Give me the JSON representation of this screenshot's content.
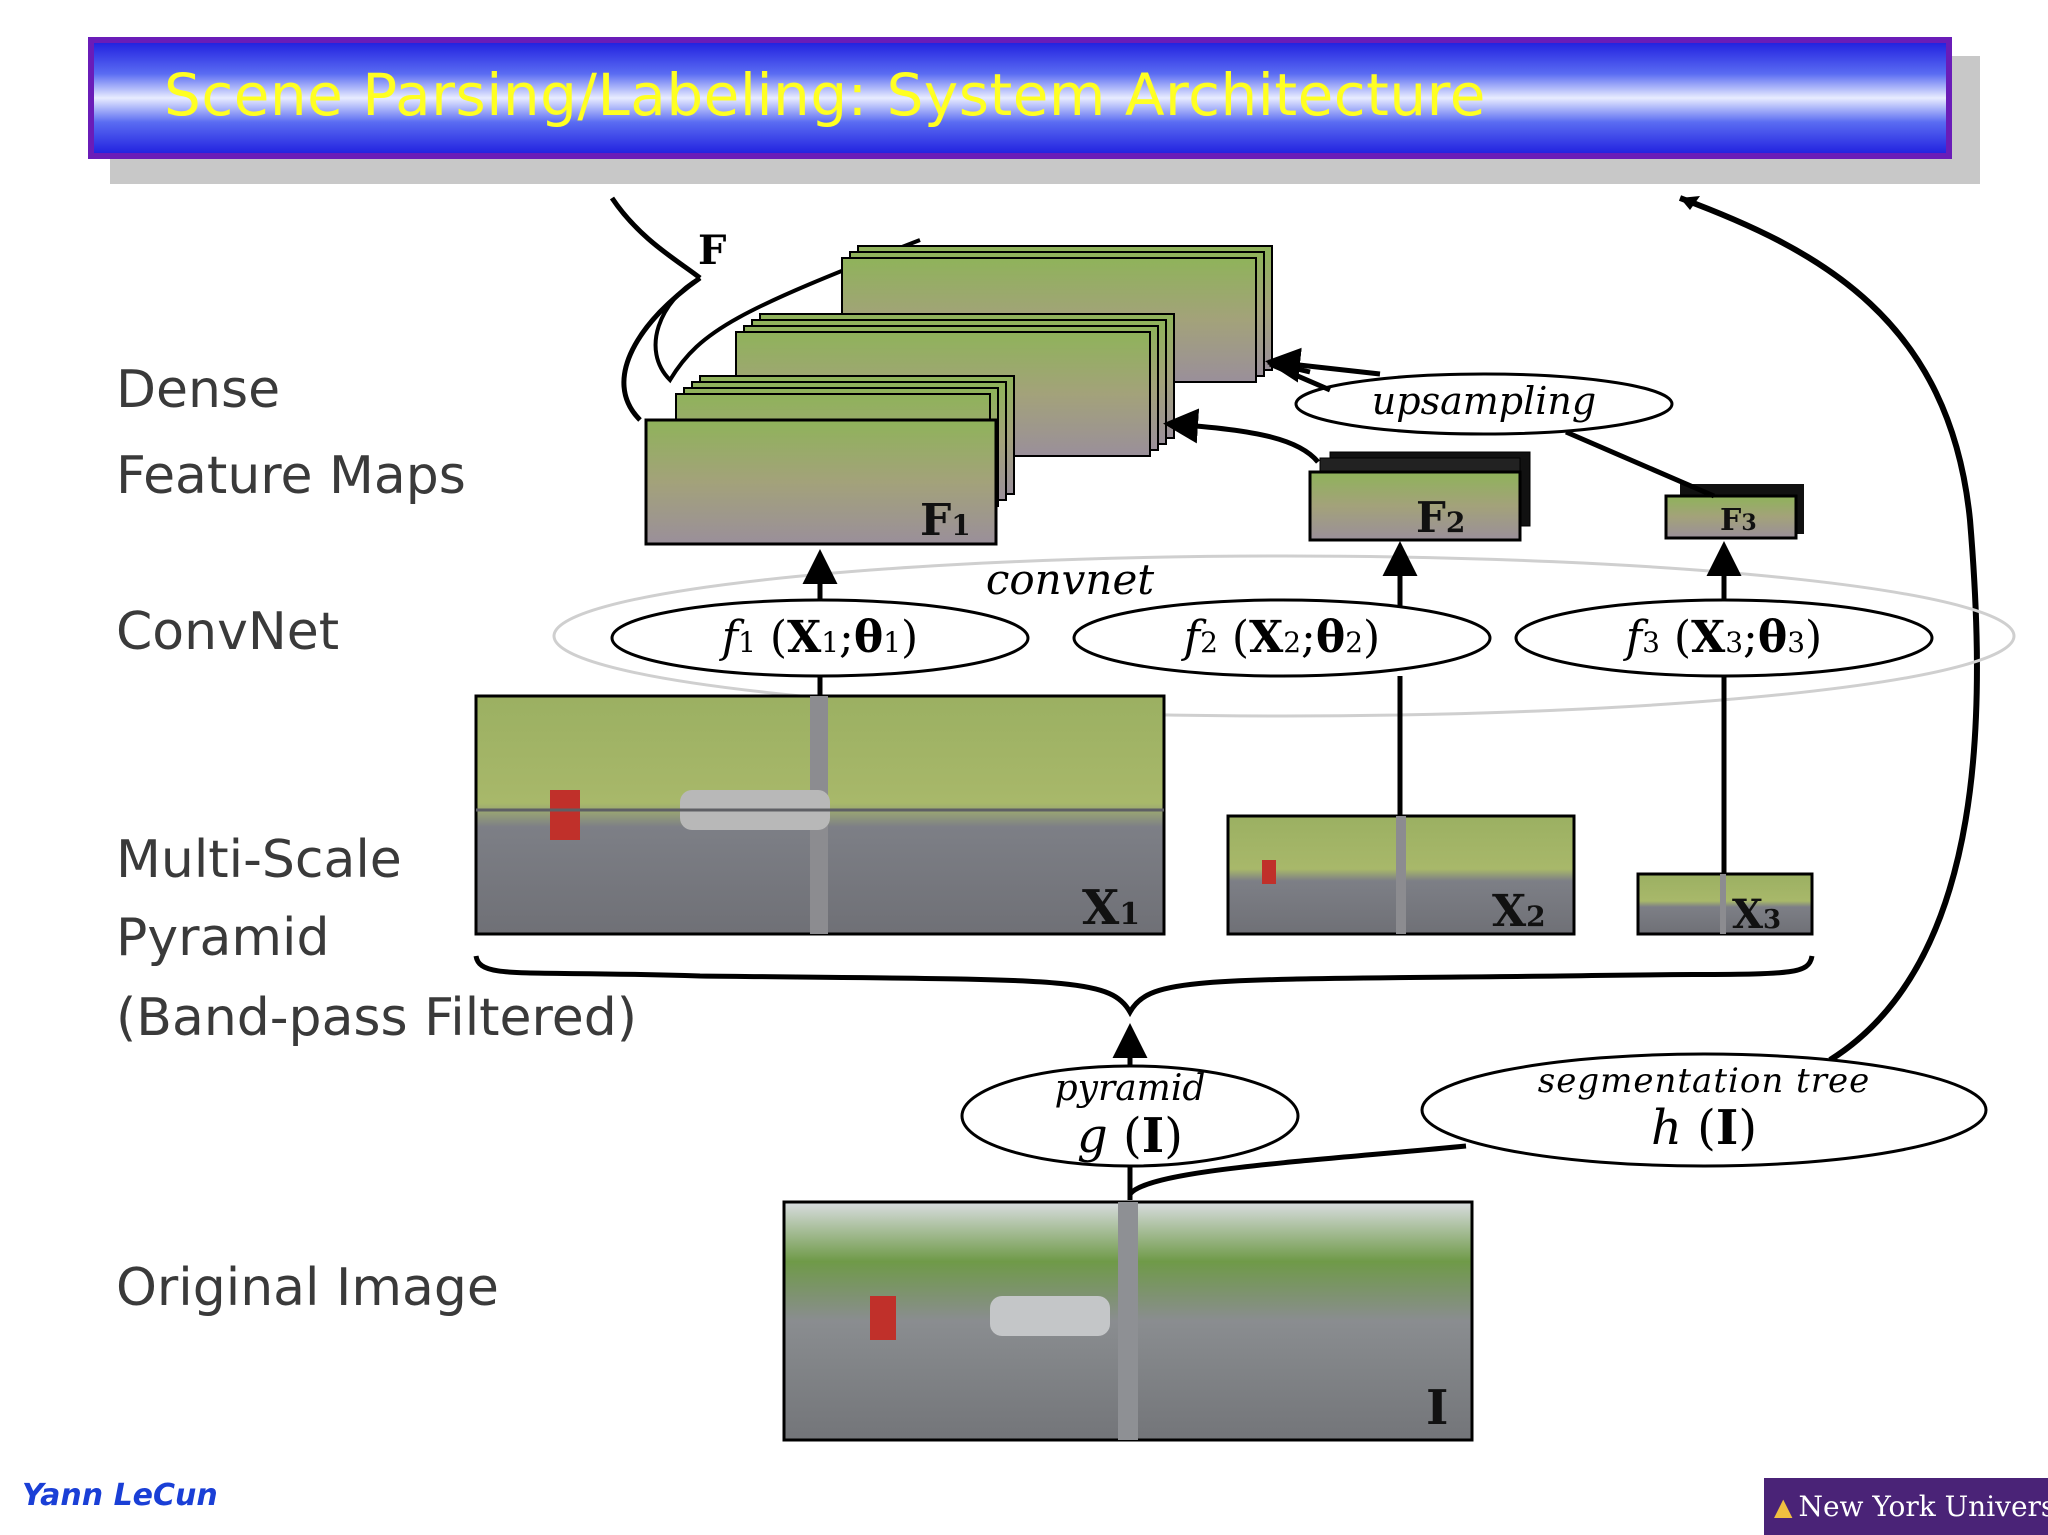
{
  "title": "Scene Parsing/Labeling: System Architecture",
  "left_labels": {
    "dense_line1": "Dense",
    "dense_line2": "Feature Maps",
    "convnet": "ConvNet",
    "pyramid_line1": "Multi-Scale",
    "pyramid_line2": "Pyramid",
    "pyramid_line3": "(Band-pass Filtered)",
    "original": "Original Image"
  },
  "diagram": {
    "F_label": "F",
    "upsampling_label": "upsampling",
    "convnet_label": "convnet",
    "feature_maps": [
      {
        "name": "F",
        "sub": "1"
      },
      {
        "name": "F",
        "sub": "2"
      },
      {
        "name": "F",
        "sub": "3"
      }
    ],
    "convnets": [
      {
        "f": "f",
        "i": "1",
        "x": "X",
        "theta": "θ"
      },
      {
        "f": "f",
        "i": "2",
        "x": "X",
        "theta": "θ"
      },
      {
        "f": "f",
        "i": "3",
        "x": "X",
        "theta": "θ"
      }
    ],
    "pyramid_images": [
      {
        "name": "X",
        "sub": "1"
      },
      {
        "name": "X",
        "sub": "2"
      },
      {
        "name": "X",
        "sub": "3"
      }
    ],
    "pyramid_op": {
      "label": "pyramid",
      "fn": "g",
      "arg": "I"
    },
    "segmentation_op": {
      "label": "segmentation tree",
      "fn": "h",
      "arg": "I"
    },
    "original_label": "I"
  },
  "footer": {
    "author": "Yann LeCun",
    "institution": "New York University"
  }
}
